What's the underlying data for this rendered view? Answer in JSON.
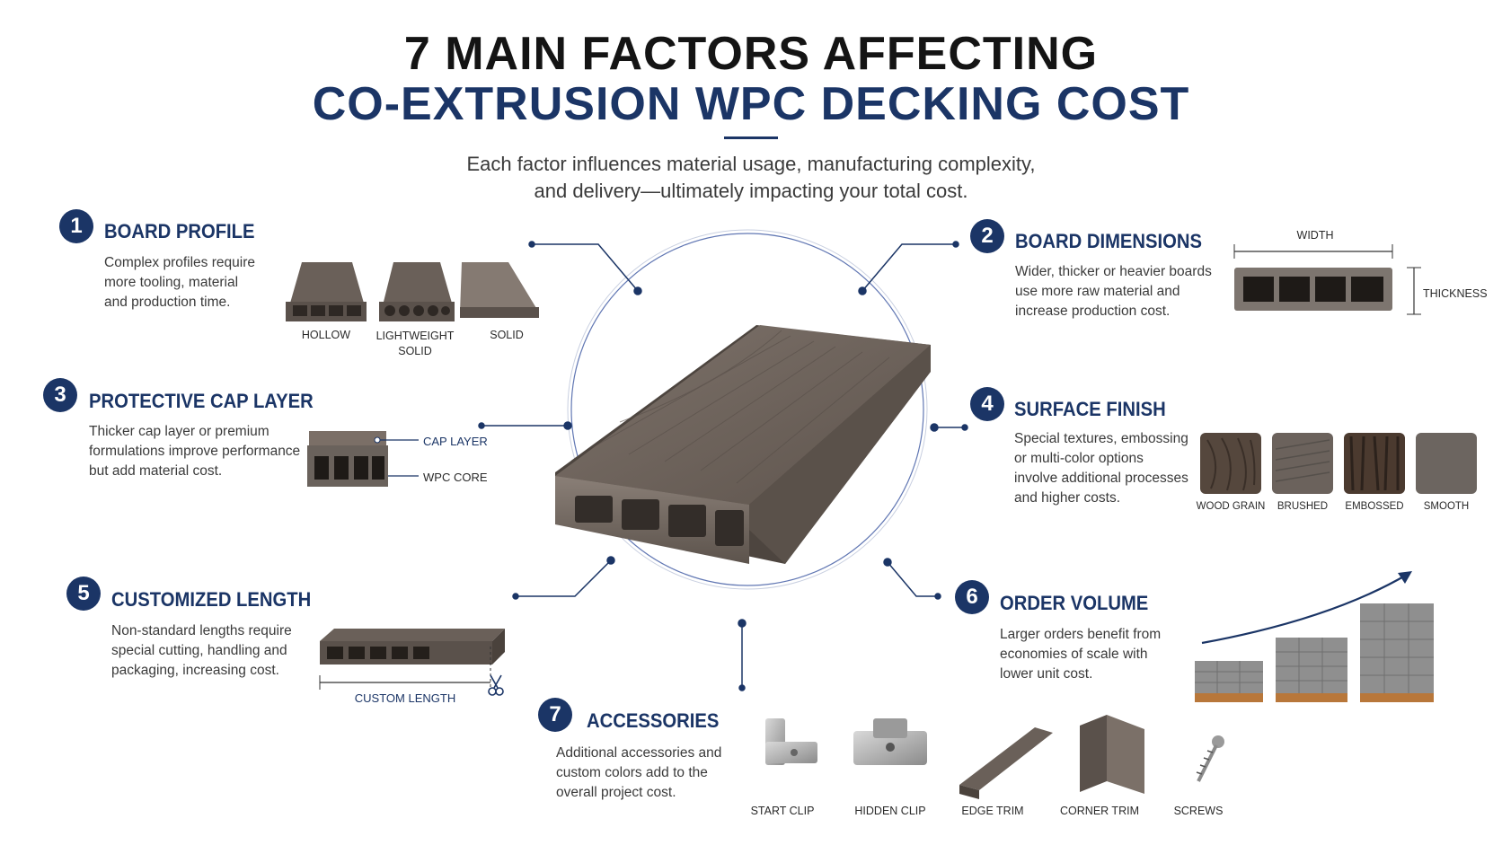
{
  "header": {
    "title_line1": "7 MAIN FACTORS AFFECTING",
    "title_line2": "CO-EXTRUSION WPC DECKING COST",
    "subtitle_line1": "Each factor influences material usage, manufacturing complexity,",
    "subtitle_line2": "and delivery—ultimately impacting your total cost."
  },
  "factors": [
    {
      "num": "1",
      "title": "BOARD PROFILE",
      "desc": [
        "Complex profiles require",
        "more tooling, material",
        "and production time."
      ],
      "items": [
        "HOLLOW",
        "LIGHTWEIGHT",
        "SOLID",
        "SOLID"
      ]
    },
    {
      "num": "2",
      "title": "BOARD DIMENSIONS",
      "desc": [
        "Wider, thicker or heavier boards",
        "use more raw material and",
        "increase production cost."
      ],
      "labels": {
        "width": "WIDTH",
        "thickness": "THICKNESS"
      }
    },
    {
      "num": "3",
      "title": "PROTECTIVE CAP LAYER",
      "desc": [
        "Thicker cap layer or premium",
        "formulations improve performance",
        "but add material cost."
      ],
      "labels": {
        "cap": "CAP LAYER",
        "core": "WPC CORE"
      }
    },
    {
      "num": "4",
      "title": "SURFACE FINISH",
      "desc": [
        "Special textures, embossing",
        "or multi-color options",
        "involve additional processes",
        "and higher costs."
      ],
      "items": [
        "WOOD GRAIN",
        "BRUSHED",
        "EMBOSSED",
        "SMOOTH"
      ]
    },
    {
      "num": "5",
      "title": "CUSTOMIZED LENGTH",
      "desc": [
        "Non-standard lengths require",
        "special cutting, handling and",
        "packaging, increasing cost."
      ],
      "labels": {
        "length": "CUSTOM LENGTH"
      }
    },
    {
      "num": "6",
      "title": "ORDER VOLUME",
      "desc": [
        "Larger orders benefit from",
        "economies of scale with",
        "lower unit cost."
      ]
    },
    {
      "num": "7",
      "title": "ACCESSORIES",
      "desc": [
        "Additional accessories and",
        "custom colors add to the",
        "overall project cost."
      ],
      "items": [
        "START CLIP",
        "HIDDEN CLIP",
        "EDGE TRIM",
        "CORNER TRIM",
        "SCREWS"
      ]
    }
  ],
  "colors": {
    "navy": "#1b3566",
    "board": "#6f655d",
    "board_dark": "#4a423c"
  }
}
